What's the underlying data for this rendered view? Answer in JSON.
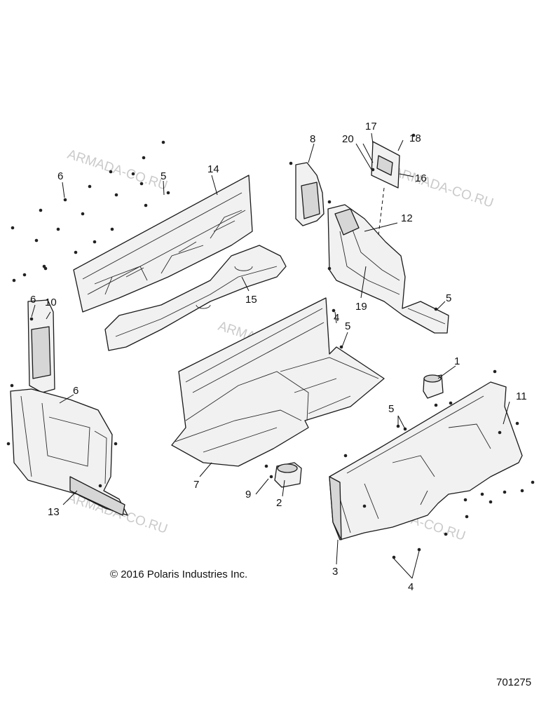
{
  "copyright": "© 2016 Polaris Industries Inc.",
  "document_number": "701275",
  "watermark_text": "ARMADA-CO.RU",
  "callouts": [
    {
      "label": "1"
    },
    {
      "label": "2"
    },
    {
      "label": "3"
    },
    {
      "label": "4"
    },
    {
      "label": "4"
    },
    {
      "label": "5"
    },
    {
      "label": "5"
    },
    {
      "label": "5"
    },
    {
      "label": "5"
    },
    {
      "label": "6"
    },
    {
      "label": "6"
    },
    {
      "label": "6"
    },
    {
      "label": "7"
    },
    {
      "label": "8"
    },
    {
      "label": "9"
    },
    {
      "label": "10"
    },
    {
      "label": "11"
    },
    {
      "label": "12"
    },
    {
      "label": "13"
    },
    {
      "label": "14"
    },
    {
      "label": "15"
    },
    {
      "label": "16"
    },
    {
      "label": "17"
    },
    {
      "label": "18"
    },
    {
      "label": "19"
    },
    {
      "label": "20"
    }
  ],
  "colors": {
    "line": "#1a1a1a",
    "panel_fill": "#f1f1f1",
    "watermark": "#b9b9b9"
  }
}
